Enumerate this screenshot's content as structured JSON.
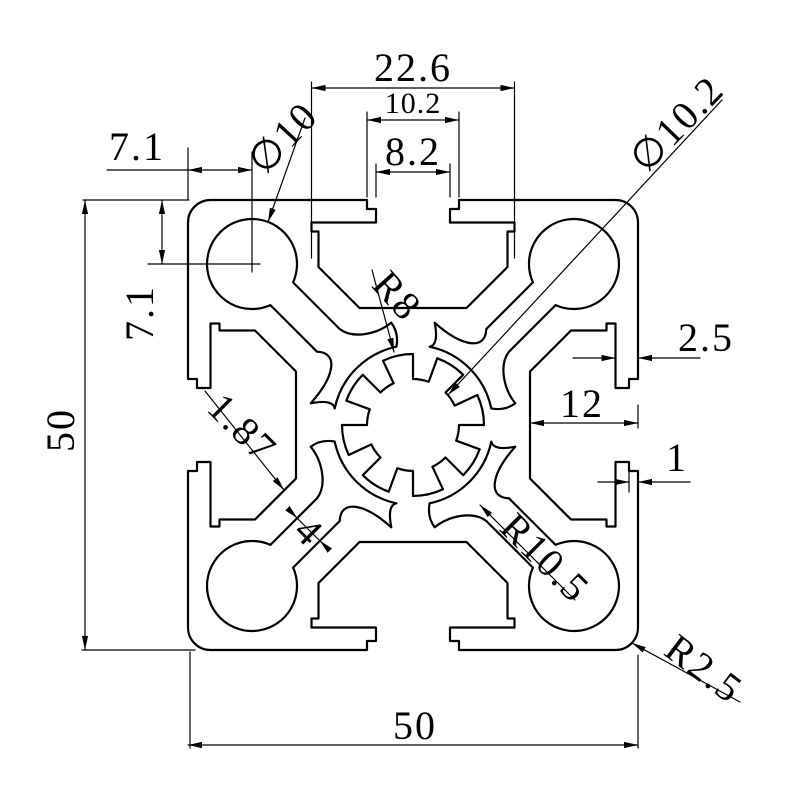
{
  "drawing": {
    "type": "technical-cad-profile-cross-section",
    "units_shown": "mm",
    "colors": {
      "line": "#000000",
      "background": "#ffffff"
    },
    "dimensions": {
      "slot_cavity_width": "22.6",
      "slot_step_width": "10.2",
      "slot_opening_width": "8.2",
      "corner_hole_offset_h": "7.1",
      "corner_hole_offset_v": "7.1",
      "profile_height": "50",
      "profile_width": "50",
      "wall_thickness": "2.5",
      "slot_depth": "12",
      "edge_step_depth": "1",
      "corner_hole_diameter": "∅10",
      "center_hole_diameter": "∅10.2",
      "spline_radius": "R8",
      "flare_radius": "R10.5",
      "corner_radius": "R2.5",
      "web_thickness": "1.87",
      "channel_width": "4"
    }
  }
}
